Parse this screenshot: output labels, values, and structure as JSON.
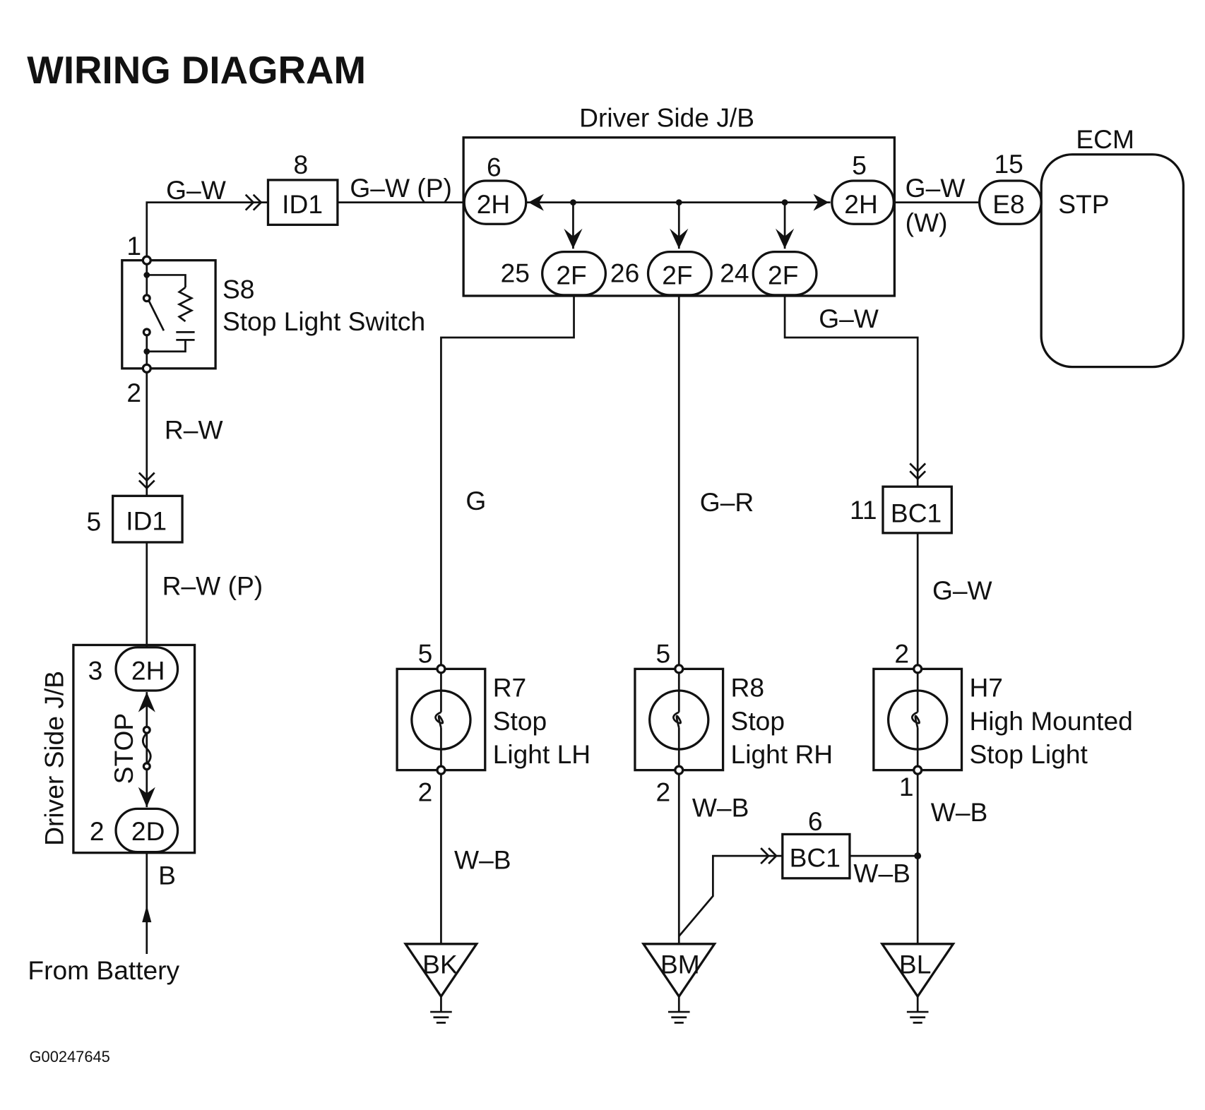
{
  "title": "WIRING DIAGRAM",
  "figure_id": "G00247645",
  "jb_top": {
    "label": "Driver Side J/B",
    "left": {
      "pin": "6",
      "name": "2H"
    },
    "right": {
      "pin": "5",
      "name": "2H"
    },
    "outputs": [
      {
        "pin": "25",
        "name": "2F"
      },
      {
        "pin": "26",
        "name": "2F"
      },
      {
        "pin": "24",
        "name": "2F"
      }
    ]
  },
  "top_wire": {
    "color1": "G–W",
    "id1_pin": "8",
    "id1": "ID1",
    "color2": "G–W (P)",
    "color3": "G–W",
    "color3b": "(W)"
  },
  "ecm": {
    "label": "ECM",
    "pin": "15",
    "connector": "E8",
    "terminal": "STP"
  },
  "switch": {
    "pin1": "1",
    "pin2": "2",
    "code": "S8",
    "name": "Stop Light Switch"
  },
  "left_wire": {
    "rw": "R–W",
    "id1_pin": "5",
    "id1": "ID1",
    "rwp": "R–W (P)"
  },
  "jb_left": {
    "label": "Driver Side J/B",
    "top": {
      "pin": "3",
      "name": "2H"
    },
    "fuse": "STOP",
    "bottom": {
      "pin": "2",
      "name": "2D"
    },
    "wire": "B",
    "source": "From Battery"
  },
  "lamps": [
    {
      "code": "R7",
      "line1": "Stop",
      "line2": "Light LH",
      "pin_in": "5",
      "pin_out": "2",
      "in_wire": "G",
      "out_wire": "W–B",
      "ground": "BK"
    },
    {
      "code": "R8",
      "line1": "Stop",
      "line2": "Light RH",
      "pin_in": "5",
      "pin_out": "2",
      "in_wire": "G–R",
      "out_wire": "W–B",
      "ground": "BM"
    },
    {
      "code": "H7",
      "line1": "High Mounted",
      "line2": "Stop Light",
      "pin_in": "2",
      "pin_out": "1",
      "in_wire": "G–W",
      "out_wire": "W–B",
      "ground": "BL"
    }
  ],
  "hmsl_feed": {
    "wire": "G–W",
    "bc1_pin": "11",
    "bc1": "BC1"
  },
  "ground_link": {
    "bc1_pin": "6",
    "bc1": "BC1",
    "wire": "W–B"
  }
}
